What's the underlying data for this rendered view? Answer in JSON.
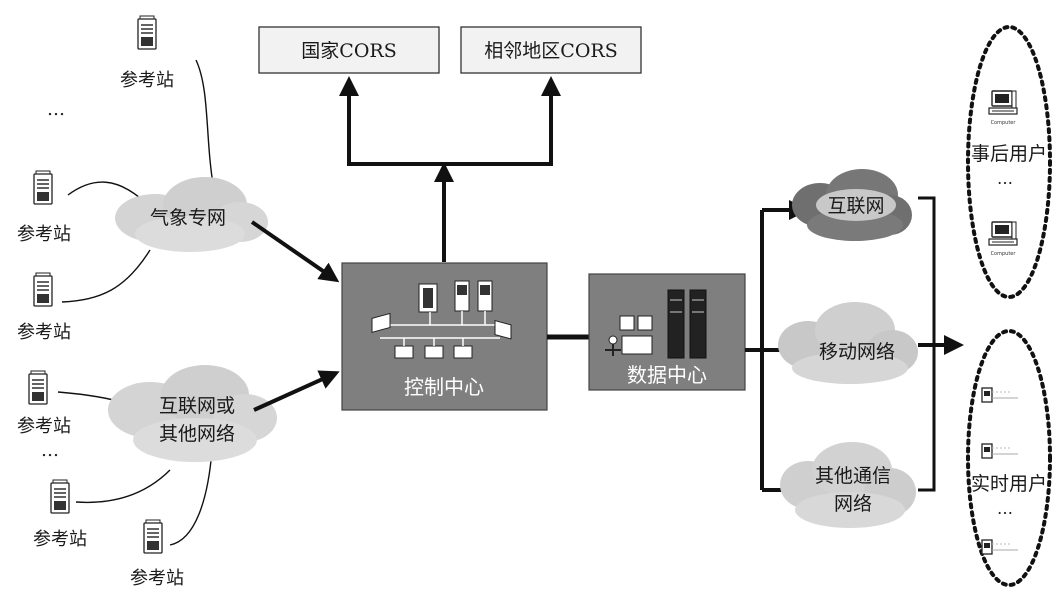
{
  "colors": {
    "line": "#111111",
    "box_fill": "#7f7f7f",
    "box_light": "#f2f2f2",
    "cloud": "#d9d9d9",
    "cloud_dark": "#777777"
  },
  "station_label": "参考站",
  "ellipsis": "…",
  "top_boxes": {
    "national": "国家CORS",
    "neighbor": "相邻地区CORS"
  },
  "clouds_left": {
    "weather": "气象专网",
    "internet_other_1": "互联网或",
    "internet_other_2": "其他网络"
  },
  "control_center": "控制中心",
  "data_center": "数据中心",
  "clouds_right": {
    "internet": "互联网",
    "mobile": "移动网络",
    "other_1": "其他通信",
    "other_2": "网络"
  },
  "users": {
    "post": "事后用户",
    "realtime": "实时用户"
  },
  "icons": {
    "station": "server-tower-icon",
    "computer": "computer-icon",
    "receiver": "gnss-receiver-icon",
    "computer_caption": "Computer"
  }
}
